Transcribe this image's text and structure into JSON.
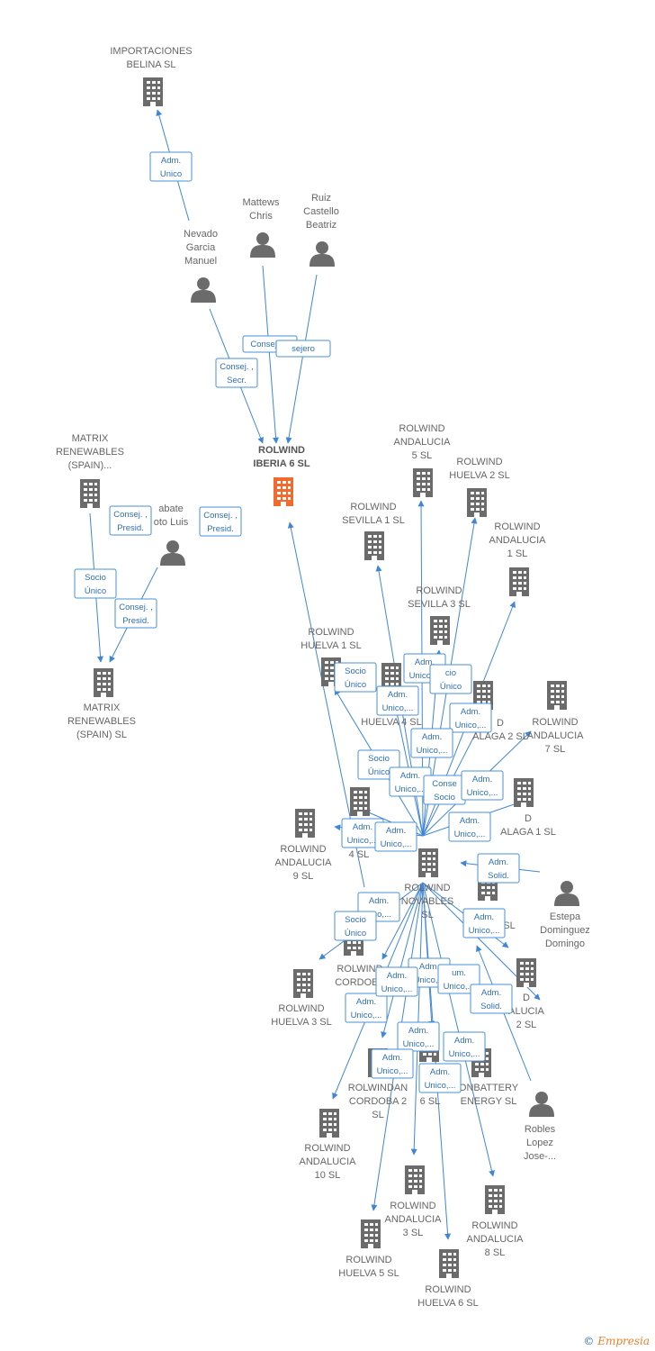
{
  "colors": {
    "edge": "#3f86d6",
    "node": "#6b6b6b",
    "main_node": "#f26a2e",
    "label_border": "#4a90d9"
  },
  "nodes": [
    {
      "id": "importaciones",
      "type": "company",
      "lines": [
        "IMPORTACIONES",
        "BELINA SL"
      ]
    },
    {
      "id": "nevado",
      "type": "person",
      "lines": [
        "Nevado",
        "Garcia",
        "Manuel"
      ]
    },
    {
      "id": "mattews",
      "type": "person",
      "lines": [
        "Mattews",
        "Chris"
      ]
    },
    {
      "id": "ruiz",
      "type": "person",
      "lines": [
        "Ruiz",
        "Castello",
        "Beatriz"
      ]
    },
    {
      "id": "iberia6",
      "type": "company",
      "main": true,
      "lines": [
        "ROLWIND",
        "IBERIA 6  SL"
      ]
    },
    {
      "id": "matrix_top",
      "type": "company",
      "lines": [
        "MATRIX",
        "RENEWABLES",
        "(SPAIN)..."
      ]
    },
    {
      "id": "sabate",
      "type": "person",
      "lines": [
        "abate",
        "oto Luis"
      ]
    },
    {
      "id": "matrix_bottom",
      "type": "company",
      "lines": [
        "MATRIX",
        "RENEWABLES",
        "(SPAIN)  SL"
      ]
    },
    {
      "id": "and5",
      "type": "company",
      "lines": [
        "ROLWIND",
        "ANDALUCIA",
        "5  SL"
      ]
    },
    {
      "id": "huelva2",
      "type": "company",
      "lines": [
        "ROLWIND",
        "HUELVA 2  SL"
      ]
    },
    {
      "id": "sevilla1",
      "type": "company",
      "lines": [
        "ROLWIND",
        "SEVILLA 1  SL"
      ]
    },
    {
      "id": "and1",
      "type": "company",
      "lines": [
        "ROLWIND",
        "ANDALUCIA",
        "1  SL"
      ]
    },
    {
      "id": "sevilla3",
      "type": "company",
      "lines": [
        "ROLWIND",
        "SEVILLA 3  SL"
      ]
    },
    {
      "id": "huelva1",
      "type": "company",
      "lines": [
        "ROLWIND",
        "HUELVA 1  SL"
      ]
    },
    {
      "id": "huelva4",
      "type": "company",
      "lines": [
        "R",
        "HUELVA 4  SL"
      ]
    },
    {
      "id": "malaga2",
      "type": "company",
      "lines": [
        "D",
        "ALAGA 2  SL"
      ]
    },
    {
      "id": "and7",
      "type": "company",
      "lines": [
        "ROLWIND",
        "ANDALUCIA",
        "7  SL"
      ]
    },
    {
      "id": "an4",
      "type": "company",
      "lines": [
        "AN",
        "4  SL"
      ]
    },
    {
      "id": "malaga1",
      "type": "company",
      "lines": [
        "D",
        "ALAGA 1  SL"
      ]
    },
    {
      "id": "and9",
      "type": "company",
      "lines": [
        "ROLWIND",
        "ANDALUCIA",
        "9  SL"
      ]
    },
    {
      "id": "renovables",
      "type": "company",
      "lines": [
        "ROLWIND",
        "NOVABLES",
        "SL"
      ]
    },
    {
      "id": "estepa",
      "type": "person",
      "lines": [
        "Estepa",
        "Dominguez",
        "Domingo"
      ]
    },
    {
      "id": "sl_mid",
      "type": "company",
      "lines": [
        "SL"
      ]
    },
    {
      "id": "cordoba1",
      "type": "company",
      "lines": [
        "ROLWIND",
        "CORDOBA"
      ]
    },
    {
      "id": "huelva3",
      "type": "company",
      "lines": [
        "ROLWIND",
        "HUELVA 3  SL"
      ]
    },
    {
      "id": "and2",
      "type": "company",
      "lines": [
        "D",
        "ALUCIA",
        "2  SL"
      ]
    },
    {
      "id": "cordoba2",
      "type": "company",
      "lines": [
        "ROLWINDAN",
        "CORDOBA 2",
        "SL"
      ]
    },
    {
      "id": "and6",
      "type": "company",
      "lines": [
        "6  SL"
      ]
    },
    {
      "id": "battery",
      "type": "company",
      "lines": [
        "ONBATTERY",
        "ENERGY  SL"
      ]
    },
    {
      "id": "robles",
      "type": "person",
      "lines": [
        "Robles",
        "Lopez",
        "Jose-..."
      ]
    },
    {
      "id": "and10",
      "type": "company",
      "lines": [
        "ROLWIND",
        "ANDALUCIA",
        "10  SL"
      ]
    },
    {
      "id": "and3",
      "type": "company",
      "lines": [
        "ROLWIND",
        "ANDALUCIA",
        "3  SL"
      ]
    },
    {
      "id": "and8",
      "type": "company",
      "lines": [
        "ROLWIND",
        "ANDALUCIA",
        "8  SL"
      ]
    },
    {
      "id": "huelva5",
      "type": "company",
      "lines": [
        "ROLWIND",
        "HUELVA 5  SL"
      ]
    },
    {
      "id": "huelva6",
      "type": "company",
      "lines": [
        "ROLWIND",
        "HUELVA 6  SL"
      ]
    }
  ],
  "edge_labels": [
    [
      "Adm.",
      "Unico"
    ],
    [
      "Consejero"
    ],
    [
      "sejero"
    ],
    [
      "Consej. ,",
      "Secr."
    ],
    [
      "Consej. ,",
      "Presid."
    ],
    [
      "Consej. ,",
      "Presid."
    ],
    [
      "Socio",
      "Único"
    ],
    [
      "Consej. ,",
      "Presid."
    ],
    [
      "Socio",
      "Único"
    ],
    [
      "Adm.",
      "Unico,..."
    ],
    [
      "cio",
      "Único"
    ],
    [
      "Adm.",
      "Unico,..."
    ],
    [
      "Adm.",
      "Unico,..."
    ],
    [
      "Adm.",
      "Unico,..."
    ],
    [
      "Socio",
      "Único"
    ],
    [
      "Adm.",
      "Unico,..."
    ],
    [
      "Conse",
      "Socio"
    ],
    [
      "Adm.",
      "Unico,..."
    ],
    [
      "Adm.",
      "Unico,..."
    ],
    [
      "Adm.",
      "Unico,..."
    ],
    [
      "Adm.",
      "Unico,..."
    ],
    [
      "Adm.",
      "Solid."
    ],
    [
      "Adm.",
      "nico,..."
    ],
    [
      "Socio",
      "Único"
    ],
    [
      "Adm.",
      "Unico,..."
    ],
    [
      "Adm.",
      "Unico,..."
    ],
    [
      "Adm.",
      "Unico,..."
    ],
    [
      "um.",
      "Unico,..."
    ],
    [
      "Adm.",
      "Solid."
    ],
    [
      "Adm.",
      "Unico,..."
    ],
    [
      "Adm.",
      "Unico,..."
    ],
    [
      "Adm.",
      "Unico,..."
    ],
    [
      "Adm.",
      "Unico,..."
    ],
    [
      "Adm.",
      "Unico,..."
    ]
  ],
  "footer": {
    "copyright": "©",
    "brand": "Empresia"
  }
}
